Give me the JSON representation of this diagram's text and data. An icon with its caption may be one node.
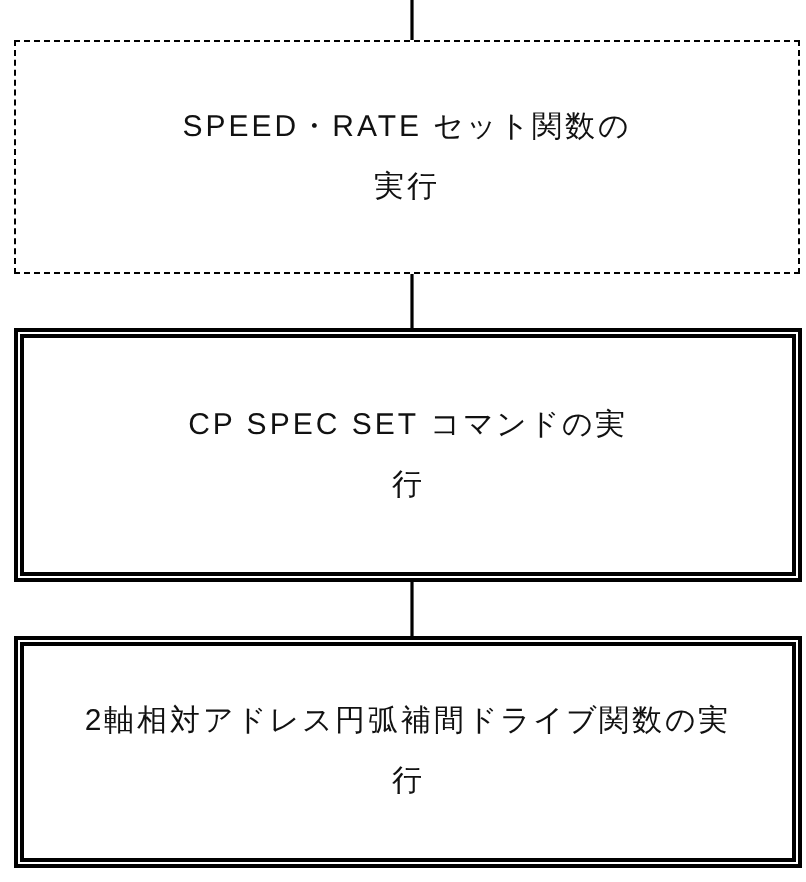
{
  "diagram": {
    "nodes": [
      {
        "text": [
          "SPEED・RATE セット関数の実行"
        ]
      },
      {
        "text": [
          "CP SPEC SET コマンドの実行"
        ]
      },
      {
        "text": [
          "2軸相対アドレス円弧補間ドライブ関数の実行"
        ]
      }
    ],
    "edges": [
      {
        "from": null,
        "to": 0,
        "arrow": "none"
      },
      {
        "from": 0,
        "to": 1,
        "arrow": "none"
      },
      {
        "from": 1,
        "to": 2,
        "arrow": "none"
      }
    ]
  }
}
